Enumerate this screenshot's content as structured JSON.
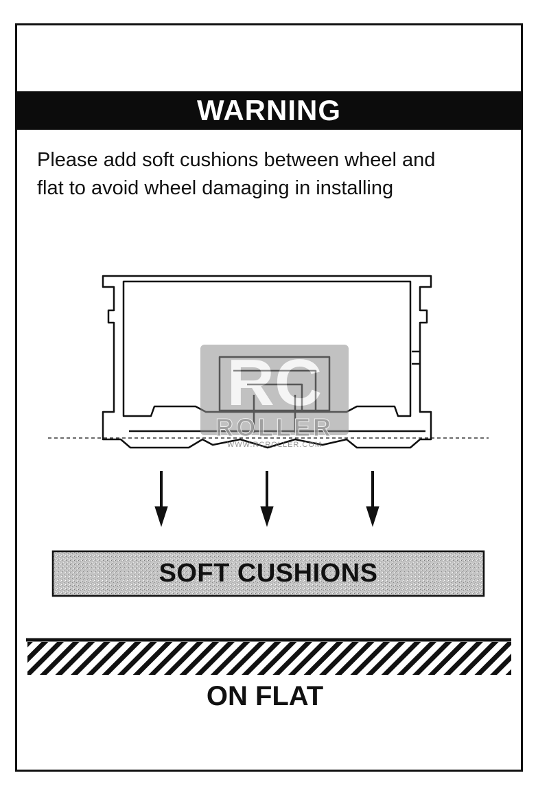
{
  "header": {
    "title": "WARNING"
  },
  "instruction": {
    "line1": "Please add soft cushions between wheel and",
    "line2": "flat to avoid wheel damaging in installing"
  },
  "cushion": {
    "label": "SOFT CUSHIONS"
  },
  "ground": {
    "label": "ON FLAT"
  },
  "watermark": {
    "brand": "ROLLER",
    "url": "WWW.RCROLLER.COM"
  },
  "colors": {
    "ink": "#111111",
    "bar": "#0c0c0c",
    "cushion_fill": "#bdbdbd",
    "watermark": "#9a9a9a"
  }
}
